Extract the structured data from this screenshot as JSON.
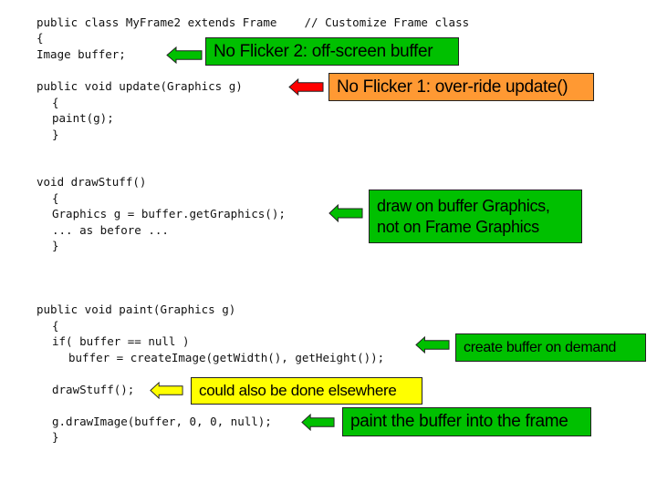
{
  "code_lines": [
    {
      "text": "public class MyFrame2 extends Frame    // Customize Frame class",
      "indent": 0,
      "row": 0
    },
    {
      "text": "{",
      "indent": 0,
      "row": 1
    },
    {
      "text": "Image buffer;",
      "indent": 0,
      "row": 2
    },
    {
      "text": "public void update(Graphics g)",
      "indent": 0,
      "row": 4
    },
    {
      "text": "{",
      "indent": 1,
      "row": 5
    },
    {
      "text": "paint(g);",
      "indent": 1,
      "row": 6
    },
    {
      "text": "}",
      "indent": 1,
      "row": 7
    },
    {
      "text": "void drawStuff()",
      "indent": 0,
      "row": 10
    },
    {
      "text": "{",
      "indent": 1,
      "row": 11
    },
    {
      "text": "Graphics g = buffer.getGraphics();",
      "indent": 1,
      "row": 12
    },
    {
      "text": "... as before ...",
      "indent": 1,
      "row": 13
    },
    {
      "text": "}",
      "indent": 1,
      "row": 14
    },
    {
      "text": "public void paint(Graphics g)",
      "indent": 0,
      "row": 18
    },
    {
      "text": "{",
      "indent": 1,
      "row": 19
    },
    {
      "text": "if( buffer == null )",
      "indent": 1,
      "row": 20
    },
    {
      "text": "buffer = createImage(getWidth(), getHeight());",
      "indent": 2,
      "row": 21
    },
    {
      "text": "drawStuff();",
      "indent": 1,
      "row": 23
    },
    {
      "text": "g.drawImage(buffer, 0, 0, null);",
      "indent": 1,
      "row": 25
    },
    {
      "text": "}",
      "indent": 1,
      "row": 26
    }
  ],
  "callouts": [
    {
      "lines": [
        "No Flicker 2: off-screen buffer"
      ],
      "color": "#00c000",
      "arrow_color": "#00c000"
    },
    {
      "lines": [
        "No Flicker 1: over-ride update()"
      ],
      "color": "#ff9933",
      "arrow_color": "#ff0000"
    },
    {
      "lines": [
        "draw on buffer Graphics,",
        "not on Frame Graphics"
      ],
      "color": "#00c000",
      "arrow_color": "#00c000"
    },
    {
      "lines": [
        "create buffer on demand"
      ],
      "color": "#00c000",
      "arrow_color": "#00c000"
    },
    {
      "lines": [
        "could also be done elsewhere"
      ],
      "color": "#ffff00",
      "arrow_color": "#ffff00"
    },
    {
      "lines": [
        "paint the buffer into the frame"
      ],
      "color": "#00c000",
      "arrow_color": "#00c000"
    }
  ]
}
